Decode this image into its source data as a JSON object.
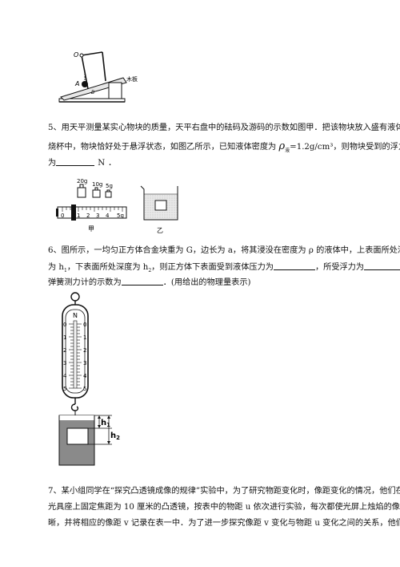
{
  "fig1": {
    "label_o": "O",
    "label_a": "A",
    "label_b": "B",
    "board": "木板"
  },
  "q5": {
    "line1": "5、用天平测量某实心物块的质量，天平右盘中的砝码及游码的示数如图甲．把该物块放入盛有液体的",
    "line2a": "烧杯中，物块恰好处于悬浮状态，如图乙所示，已知液体密度为",
    "rho": "ρ",
    "rho_sub": "液",
    "rho_val": "=1.2g/cm³",
    "line2b": "，则物块受到的浮力",
    "line3a": "为",
    "unit": "N",
    "line3b": "．",
    "weights": [
      "20g",
      "10g",
      "5g"
    ],
    "ruler_ticks": [
      "0",
      "1",
      "2",
      "3",
      "4",
      "5g"
    ],
    "label_jia": "甲",
    "label_yi": "乙"
  },
  "q6": {
    "line1": "6、图所示，一均匀正方体合金块重为 G，边长为 a，将其浸没在密度为 ρ 的液体中，上表面所处深度",
    "line2a": "为 h",
    "line2a_sub": "1",
    "line2b": "，下表面所处深度为 h",
    "line2b_sub": "2",
    "line2c": "，则正方体下表面受到液体压力为",
    "line2d": "，所受浮力为",
    "line2e": "，",
    "line3a": "弹簧测力计的示数为",
    "line3b": "．(用给出的物理量表示)",
    "dial_n": "N",
    "dial_ticks": [
      "0",
      "1",
      "2",
      "3",
      "4",
      "5"
    ],
    "h1": "h",
    "h1_sub": "1",
    "h2": "h",
    "h2_sub": "2"
  },
  "q7": {
    "line1": "7、某小组同学在“探究凸透镜成像的规律”实验中，为了研究物距变化时，像距变化的情况，他们在",
    "line2": "光具座上固定焦距为 10 厘米的凸透镜，按表中的物距 u 依次进行实验，每次都使光屏上烛焰的像最清",
    "line3": "晰，并将相应的像距 v 记录在表一中．为了进一步探究像距 v 变化与物距 u 变化之间的关系，他们分"
  }
}
